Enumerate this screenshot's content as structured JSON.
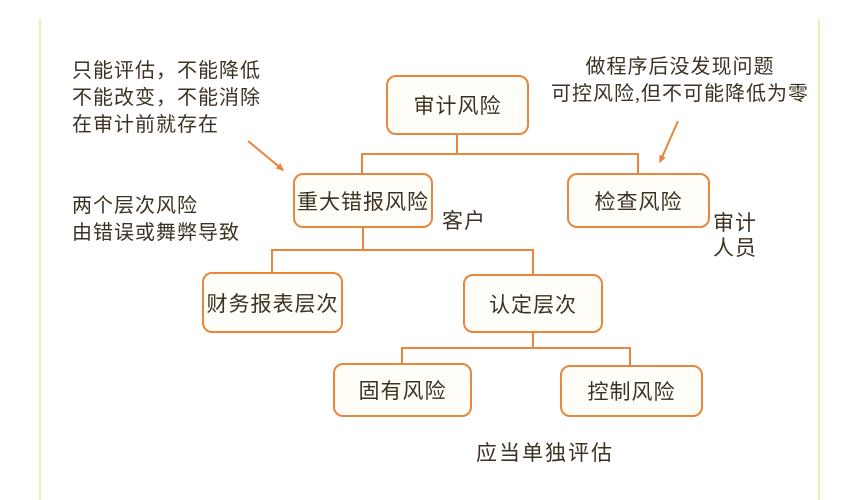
{
  "diagram": {
    "nodes": {
      "audit_risk": "审计风险",
      "material_misstatement": "重大错报风险",
      "detection_risk": "检查风险",
      "fs_level": "财务报表层次",
      "assertion_level": "认定层次",
      "inherent_risk": "固有风险",
      "control_risk": "控制风险"
    },
    "annotations": {
      "top_left_line1": "只能评估，不能降低",
      "top_left_line2": "不能改变，不能消除",
      "top_left_line3": "在审计前就存在",
      "mid_left_line1": "两个层次风险",
      "mid_left_line2": "由错误或舞弊导致",
      "top_right_line1": "做程序后没发现问题",
      "top_right_line2": "可控风险,但不可能降低为零",
      "client_label": "客户",
      "auditor_line1": "审计",
      "auditor_line2": "人员",
      "bottom_note": "应当单独评估"
    },
    "colors": {
      "box_border": "#E8873C",
      "box_fill": "#FFFDF8",
      "text": "#3D3122",
      "connector": "#E8873C",
      "arrow": "#E8853A",
      "side_line": "#F5EBB4"
    }
  }
}
